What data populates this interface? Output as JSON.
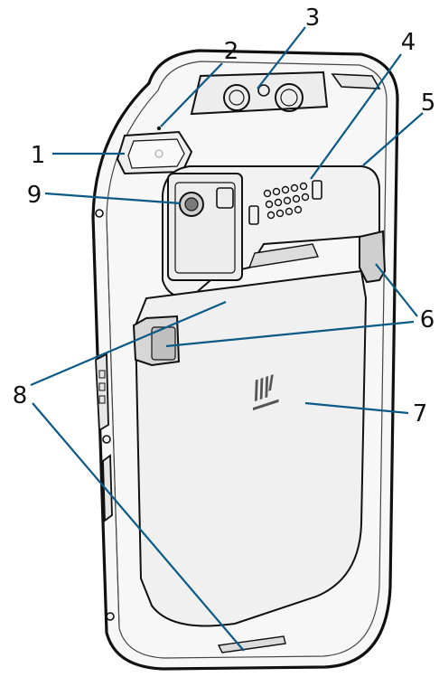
{
  "colors": {
    "leader": "#0b5a86",
    "outline": "#111111",
    "body_fill": "#f7f7f7",
    "panel_fill": "#f2f2f2"
  },
  "callouts": [
    {
      "id": "1",
      "label": "1"
    },
    {
      "id": "2",
      "label": "2"
    },
    {
      "id": "3",
      "label": "3"
    },
    {
      "id": "4",
      "label": "4"
    },
    {
      "id": "5",
      "label": "5"
    },
    {
      "id": "6",
      "label": "6"
    },
    {
      "id": "7",
      "label": "7"
    },
    {
      "id": "8",
      "label": "8"
    },
    {
      "id": "9",
      "label": "9"
    }
  ],
  "icons": {
    "logo": "zebra-logo-icon"
  }
}
